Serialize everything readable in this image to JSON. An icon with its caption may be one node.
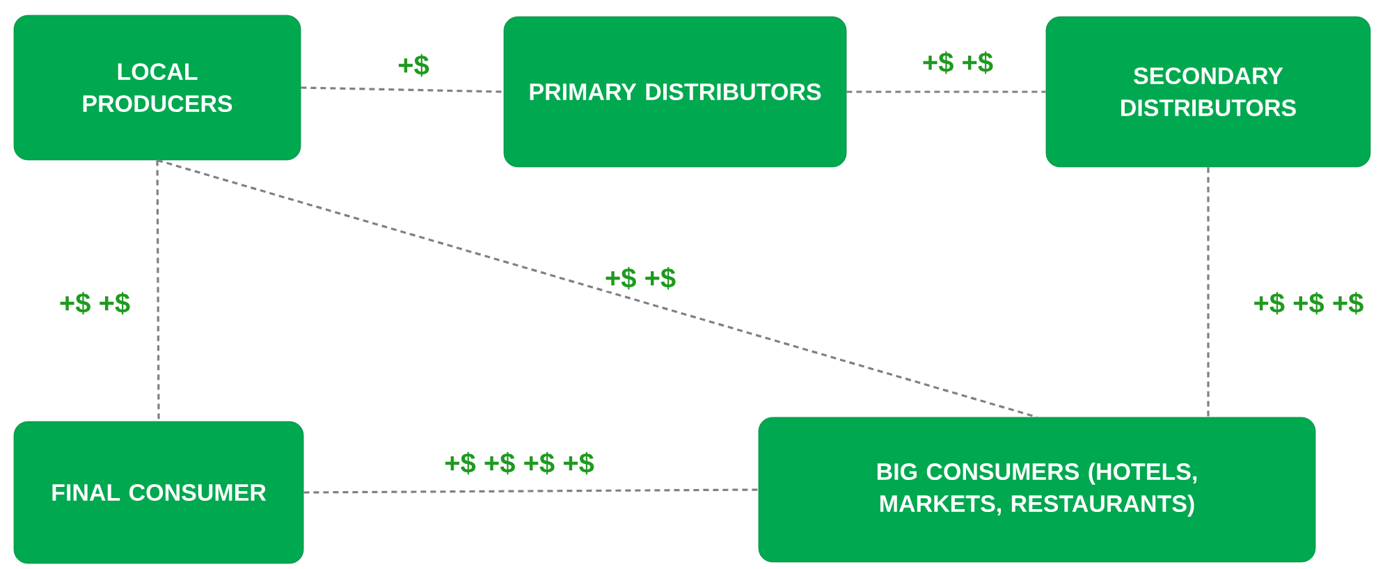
{
  "diagram": {
    "nodes": [
      {
        "text": [
          "LOCAL PRODUCERS"
        ]
      },
      {
        "text": [
          "PRIMARY DISTRIBUTORS"
        ]
      },
      {
        "text": [
          "SECONDARY DISTRIBUTORS"
        ]
      },
      {
        "text": [
          "FINAL CONSUMER"
        ]
      },
      {
        "text": [
          "BIG CONSUMERS (HOTELS, MARKETS, RESTAURANTS)"
        ]
      }
    ],
    "edges": [
      {
        "from": 0,
        "to": 1,
        "arrow": "none",
        "label": "+$"
      },
      {
        "from": 1,
        "to": 2,
        "arrow": "none",
        "label": "+$ +$"
      },
      {
        "from": 0,
        "to": 3,
        "arrow": "none",
        "label": "+$ +$"
      },
      {
        "from": 0,
        "to": 4,
        "arrow": "none",
        "label": "+$ +$"
      },
      {
        "from": 2,
        "to": 4,
        "arrow": "none",
        "label": "+$ +$ +$"
      },
      {
        "from": 3,
        "to": 4,
        "arrow": "none",
        "label": "+$ +$ +$ +$"
      }
    ]
  }
}
